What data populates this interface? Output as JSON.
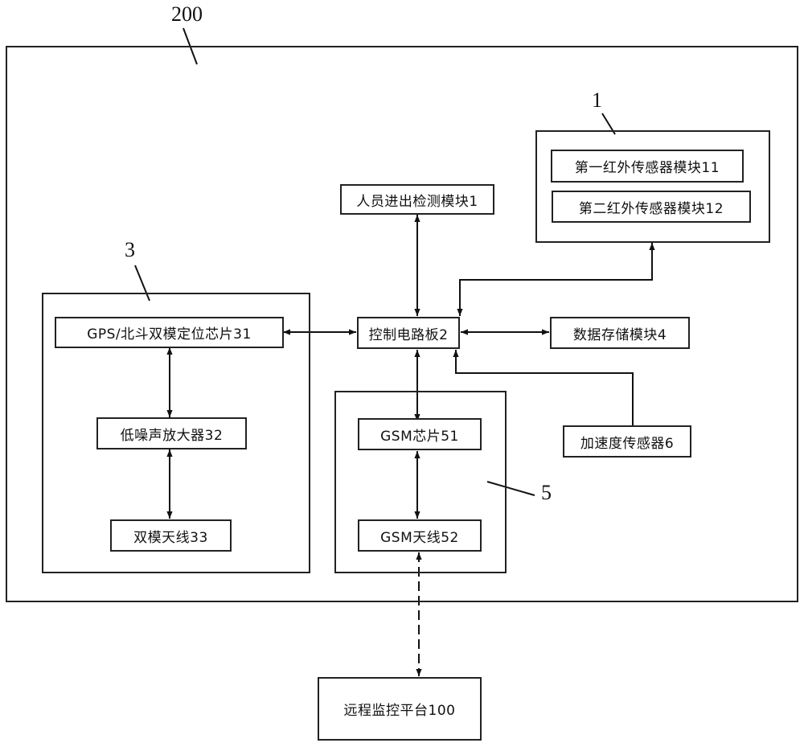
{
  "diagram": {
    "title": "Personnel monitoring device block diagram",
    "reference_labels": {
      "device": "200",
      "sensor_group": "1",
      "positioning_group": "3",
      "gsm_group": "5"
    },
    "nodes": {
      "personnel_detection": "人员进出检测模块1",
      "ir_sensor_1": "第一红外传感器模块11",
      "ir_sensor_2": "第二红外传感器模块12",
      "gps_beidou_chip": "GPS/北斗双模定位芯片31",
      "lna": "低噪声放大器32",
      "dual_antenna": "双模天线33",
      "control_board": "控制电路板2",
      "data_storage": "数据存储模块4",
      "gsm_chip": "GSM芯片51",
      "gsm_antenna": "GSM天线52",
      "accelerometer": "加速度传感器6",
      "remote_platform": "远程监控平台100"
    },
    "connections": [
      {
        "from": "personnel_detection",
        "to": "control_board",
        "type": "bidirectional"
      },
      {
        "from": "sensor_group_1",
        "to": "control_board",
        "type": "bidirectional"
      },
      {
        "from": "gps_beidou_chip",
        "to": "control_board",
        "type": "bidirectional"
      },
      {
        "from": "control_board",
        "to": "data_storage",
        "type": "bidirectional"
      },
      {
        "from": "control_board",
        "to": "gsm_chip",
        "type": "bidirectional"
      },
      {
        "from": "accelerometer",
        "to": "control_board",
        "type": "directed"
      },
      {
        "from": "gps_beidou_chip",
        "to": "lna",
        "type": "bidirectional"
      },
      {
        "from": "lna",
        "to": "dual_antenna",
        "type": "bidirectional"
      },
      {
        "from": "gsm_chip",
        "to": "gsm_antenna",
        "type": "bidirectional"
      },
      {
        "from": "gsm_antenna",
        "to": "remote_platform",
        "type": "bidirectional-wireless"
      }
    ]
  }
}
